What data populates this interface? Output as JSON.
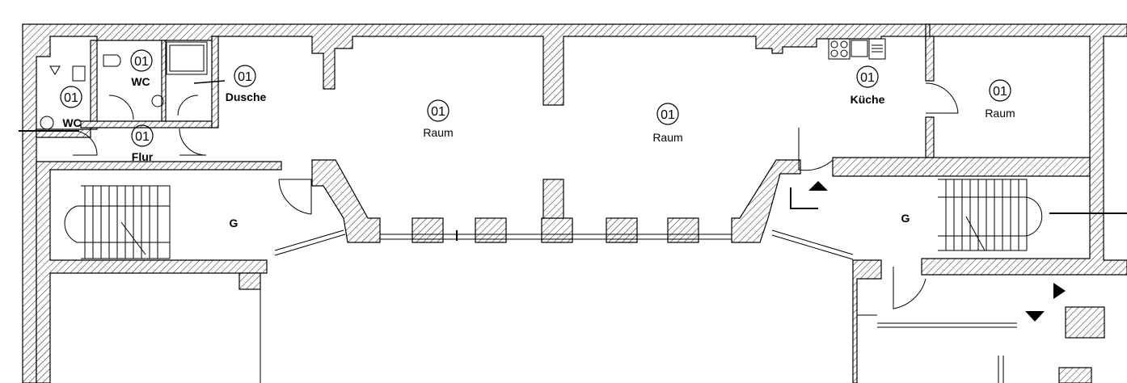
{
  "rooms": [
    {
      "id": "wc-left",
      "number": "01",
      "name": "WC"
    },
    {
      "id": "wc-mid",
      "number": "01",
      "name": "WC"
    },
    {
      "id": "dusche",
      "number": "01",
      "name": "Dusche"
    },
    {
      "id": "flur",
      "number": "01",
      "name": "Flur"
    },
    {
      "id": "raum-1",
      "number": "01",
      "name": "Raum"
    },
    {
      "id": "raum-2",
      "number": "01",
      "name": "Raum"
    },
    {
      "id": "kueche",
      "number": "01",
      "name": "Küche"
    },
    {
      "id": "raum-3",
      "number": "01",
      "name": "Raum"
    }
  ],
  "stairs": [
    {
      "id": "stair-left",
      "label": "G"
    },
    {
      "id": "stair-right",
      "label": "G"
    }
  ],
  "colors": {
    "line": "#000000",
    "background": "#ffffff"
  }
}
